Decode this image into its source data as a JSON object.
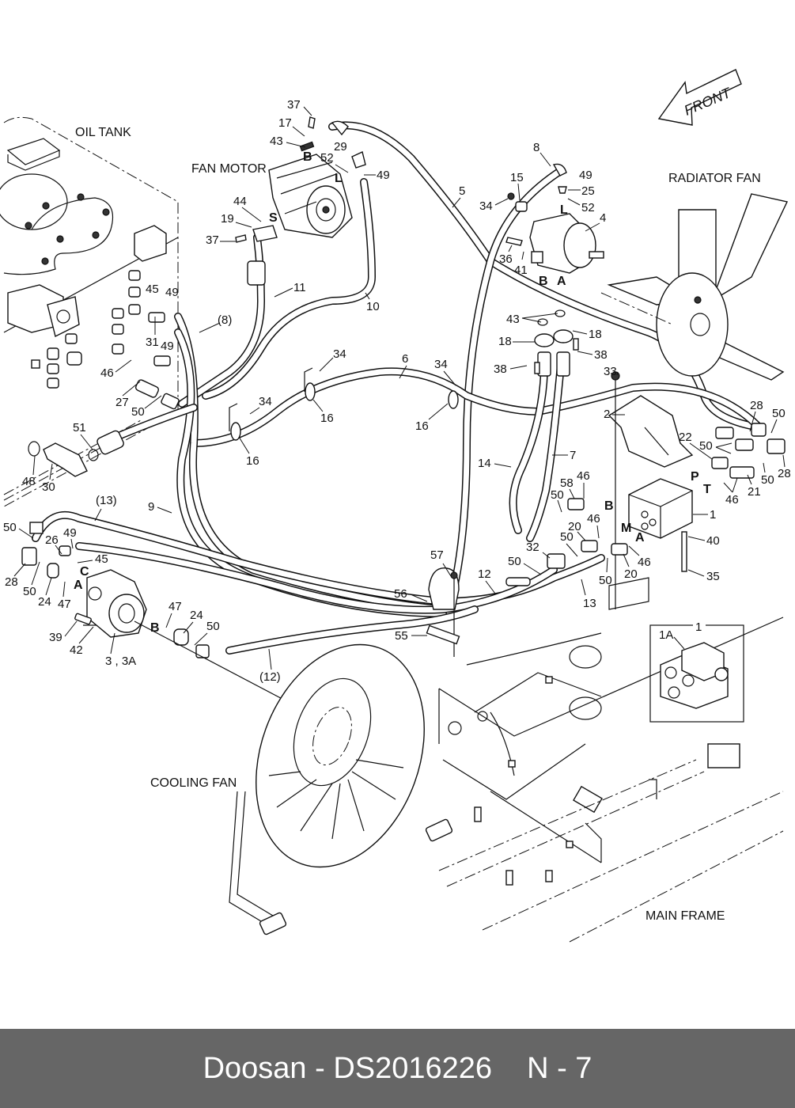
{
  "footer": {
    "brand": "Doosan",
    "separator": " - ",
    "part_number": "DS2016226",
    "page_ref": "N - 7"
  },
  "sections": {
    "oil_tank": "OIL TANK",
    "fan_motor": "FAN MOTOR",
    "radiator_fan": "RADIATOR FAN",
    "cooling_fan": "COOLING FAN",
    "main_frame": "MAIN FRAME",
    "front_arrow": "FRONT"
  },
  "ports": {
    "fan_motor_B": "B",
    "fan_motor_L": "L",
    "fan_motor_S": "S",
    "motor4_L": "L",
    "motor4_B": "B",
    "motor4_A": "A",
    "valve_P": "P",
    "valve_T": "T",
    "valve_B": "B",
    "valve_M": "M",
    "valve_A": "A",
    "pump_C": "C",
    "pump_A": "A",
    "pump_B": "B"
  },
  "callouts": [
    {
      "id": "c37a",
      "label": "37"
    },
    {
      "id": "c17",
      "label": "17"
    },
    {
      "id": "c43a",
      "label": "43"
    },
    {
      "id": "c29",
      "label": "29"
    },
    {
      "id": "c52a",
      "label": "52"
    },
    {
      "id": "c49a",
      "label": "49"
    },
    {
      "id": "c44",
      "label": "44"
    },
    {
      "id": "c19",
      "label": "19"
    },
    {
      "id": "c37b",
      "label": "37"
    },
    {
      "id": "c5",
      "label": "5"
    },
    {
      "id": "c8",
      "label": "8"
    },
    {
      "id": "c15",
      "label": "15"
    },
    {
      "id": "c49b",
      "label": "49"
    },
    {
      "id": "c25",
      "label": "25"
    },
    {
      "id": "c34a",
      "label": "34"
    },
    {
      "id": "c52b",
      "label": "52"
    },
    {
      "id": "c4",
      "label": "4"
    },
    {
      "id": "c36",
      "label": "36"
    },
    {
      "id": "c41",
      "label": "41"
    },
    {
      "id": "c43b",
      "label": "43"
    },
    {
      "id": "c18a",
      "label": "18"
    },
    {
      "id": "c18b",
      "label": "18"
    },
    {
      "id": "c38a",
      "label": "38"
    },
    {
      "id": "c38b",
      "label": "38"
    },
    {
      "id": "c33",
      "label": "33"
    },
    {
      "id": "c11",
      "label": "11"
    },
    {
      "id": "c10",
      "label": "10"
    },
    {
      "id": "c45a",
      "label": "45"
    },
    {
      "id": "c49c",
      "label": "49"
    },
    {
      "id": "c8p",
      "label": "(8)"
    },
    {
      "id": "c31",
      "label": "31"
    },
    {
      "id": "c49d",
      "label": "49"
    },
    {
      "id": "c34b",
      "label": "34"
    },
    {
      "id": "c6",
      "label": "6"
    },
    {
      "id": "c34c",
      "label": "34"
    },
    {
      "id": "c46a",
      "label": "46"
    },
    {
      "id": "c27",
      "label": "27"
    },
    {
      "id": "c50a",
      "label": "50"
    },
    {
      "id": "c34d",
      "label": "34"
    },
    {
      "id": "c16a",
      "label": "16"
    },
    {
      "id": "c16b",
      "label": "16"
    },
    {
      "id": "c16c",
      "label": "16"
    },
    {
      "id": "c2",
      "label": "2"
    },
    {
      "id": "c28a",
      "label": "28"
    },
    {
      "id": "c50b",
      "label": "50"
    },
    {
      "id": "c22",
      "label": "22"
    },
    {
      "id": "c50c",
      "label": "50"
    },
    {
      "id": "c50d",
      "label": "50"
    },
    {
      "id": "c28b",
      "label": "28"
    },
    {
      "id": "c21",
      "label": "21"
    },
    {
      "id": "c46b",
      "label": "46"
    },
    {
      "id": "c51",
      "label": "51"
    },
    {
      "id": "c48",
      "label": "48"
    },
    {
      "id": "c30",
      "label": "30"
    },
    {
      "id": "c7",
      "label": "7"
    },
    {
      "id": "c14",
      "label": "14"
    },
    {
      "id": "c58",
      "label": "58"
    },
    {
      "id": "c46c",
      "label": "46"
    },
    {
      "id": "c50e",
      "label": "50"
    },
    {
      "id": "c1",
      "label": "1"
    },
    {
      "id": "c20a",
      "label": "20"
    },
    {
      "id": "c46d",
      "label": "46"
    },
    {
      "id": "c50f",
      "label": "50"
    },
    {
      "id": "c32",
      "label": "32"
    },
    {
      "id": "c50g",
      "label": "50"
    },
    {
      "id": "c40",
      "label": "40"
    },
    {
      "id": "c50h",
      "label": "50"
    },
    {
      "id": "c20b",
      "label": "20"
    },
    {
      "id": "c46e",
      "label": "46"
    },
    {
      "id": "c12",
      "label": "12"
    },
    {
      "id": "c13",
      "label": "13"
    },
    {
      "id": "c35",
      "label": "35"
    },
    {
      "id": "c9",
      "label": "9"
    },
    {
      "id": "c13p",
      "label": "(13)"
    },
    {
      "id": "c50i",
      "label": "50"
    },
    {
      "id": "c26",
      "label": "26"
    },
    {
      "id": "c49e",
      "label": "49"
    },
    {
      "id": "c45b",
      "label": "45"
    },
    {
      "id": "c28c",
      "label": "28"
    },
    {
      "id": "c50j",
      "label": "50"
    },
    {
      "id": "c24a",
      "label": "24"
    },
    {
      "id": "c47a",
      "label": "47"
    },
    {
      "id": "c57",
      "label": "57"
    },
    {
      "id": "c56",
      "label": "56"
    },
    {
      "id": "c55",
      "label": "55"
    },
    {
      "id": "c47b",
      "label": "47"
    },
    {
      "id": "c24b",
      "label": "24"
    },
    {
      "id": "c50k",
      "label": "50"
    },
    {
      "id": "c39",
      "label": "39"
    },
    {
      "id": "c42",
      "label": "42"
    },
    {
      "id": "c3",
      "label": "3 , 3A"
    },
    {
      "id": "c12p",
      "label": "(12)"
    },
    {
      "id": "c1box",
      "label": "1"
    },
    {
      "id": "c1A",
      "label": "1A"
    }
  ]
}
